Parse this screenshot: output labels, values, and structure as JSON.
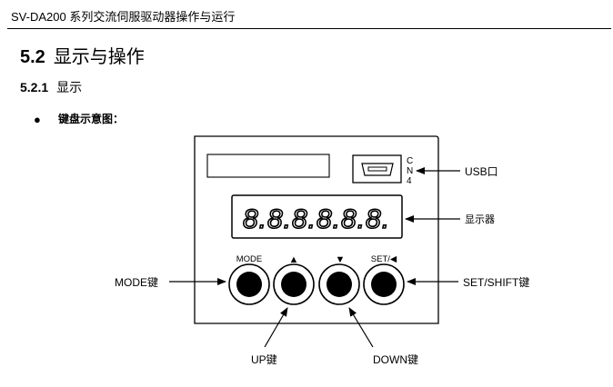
{
  "header": {
    "title": "SV-DA200 系列交流伺服驱动器操作与运行"
  },
  "section": {
    "number": "5.2",
    "title": "显示与操作"
  },
  "subsection": {
    "number": "5.2.1",
    "title": "显示"
  },
  "bullet": {
    "symbol": "●",
    "text": "键盘示意图："
  },
  "panel": {
    "usb_port_label": [
      "C",
      "N",
      "4"
    ],
    "display_digits": "8.8.8.8.8.8.",
    "key_labels": {
      "mode": "MODE",
      "up": "▲",
      "down": "▼",
      "set": "SET/◀"
    }
  },
  "callouts": {
    "usb": "USB口",
    "display": "显示器",
    "mode_key": "MODE键",
    "set_shift_key": "SET/SHIFT键",
    "up_key": "UP键",
    "down_key": "DOWN键"
  }
}
